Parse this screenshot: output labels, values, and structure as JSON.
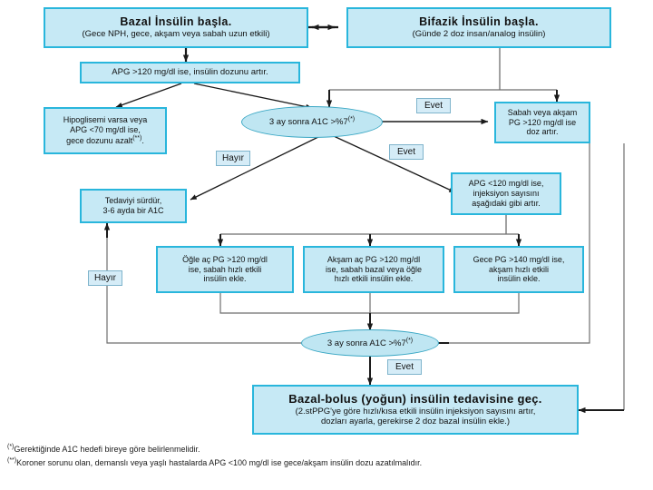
{
  "diagram": {
    "title_note": "Insulin treatment algorithm flowchart (Turkish)",
    "nodes": {
      "basal_start": {
        "title": "Bazal İnsülin başla.",
        "subtitle": "(Gece NPH, gece, akşam veya sabah uzun etkili)"
      },
      "bifazik_start": {
        "title": "Bifazik İnsülin başla.",
        "subtitle": "(Günde 2 doz insan/analog insülin)"
      },
      "apg_increase": {
        "line1": "APG >120 mg/dl ise, insülin dozunu artır."
      },
      "hypo": {
        "line1": "Hipoglisemi varsa veya",
        "line2": "APG <70 mg/dl ise,",
        "line3": "gece dozunu azalt",
        "footnote_mark": "(**)"
      },
      "morning_evening_pg": {
        "line1": "Sabah veya akşam",
        "line2": "PG >120 mg/dl ise",
        "line3": "doz artır."
      },
      "decision_1": {
        "text": "3 ay sonra A1C >%7",
        "footnote_mark": "(*)"
      },
      "continue_treatment": {
        "line1": "Tedaviyi sürdür,",
        "line2": "3-6 ayda bir A1C"
      },
      "apg_under120": {
        "line1": "APG <120 mg/dl ise,",
        "line2": "injeksiyon sayısını",
        "line3": "aşağıdaki gibi artır."
      },
      "noon_pg": {
        "line1": "Öğle  aç PG >120 mg/dl",
        "line2": "ise,  sabah hızlı etkili",
        "line3": "insülin ekle."
      },
      "evening_pg": {
        "line1": "Akşam aç PG >120 mg/dl",
        "line2": "ise, sabah bazal veya öğle",
        "line3": "hızlı etkili insülin ekle."
      },
      "night_pg": {
        "line1": "Gece PG >140  mg/dl ise,",
        "line2": "akşam hızlı etkili",
        "line3": "insülin ekle."
      },
      "decision_2": {
        "text": "3 ay sonra A1C >%7",
        "footnote_mark": "(*)"
      },
      "basal_bolus": {
        "title": "Bazal-bolus (yoğun) insülin tedavisine geç.",
        "line1": "(2.stPPG'ye göre hızlı/kısa etkili insülin injeksiyon sayısını artır,",
        "line2": "dozları ayarla, gerekirse 2  doz bazal insülin ekle.)"
      }
    },
    "edge_labels": {
      "evet_1": "Evet",
      "evet_2": "Evet",
      "hayir_1": "Hayır",
      "hayir_2": "Hayır",
      "evet_3": "Evet"
    },
    "footnotes": {
      "mark1": "(*)",
      "note1": "Gerektiğinde A1C hedefi bireye göre belirlenmelidir.",
      "mark2": "(**)",
      "note2": "Koroner sorunu olan, demanslı veya yaşlı hastalarda APG <100 mg/dl ise gece/akşam insülin dozu azatılmalıdır."
    },
    "colors": {
      "box_fill": "#c6e9f5",
      "box_border": "#29b6dc",
      "ellipse_fill": "#bfe6f2",
      "ellipse_border": "#3aa7c4",
      "label_fill": "#d5ecf7",
      "label_border": "#7fb4cc",
      "arrow": "#1a1a1a",
      "connector": "#6e6e6e"
    }
  }
}
